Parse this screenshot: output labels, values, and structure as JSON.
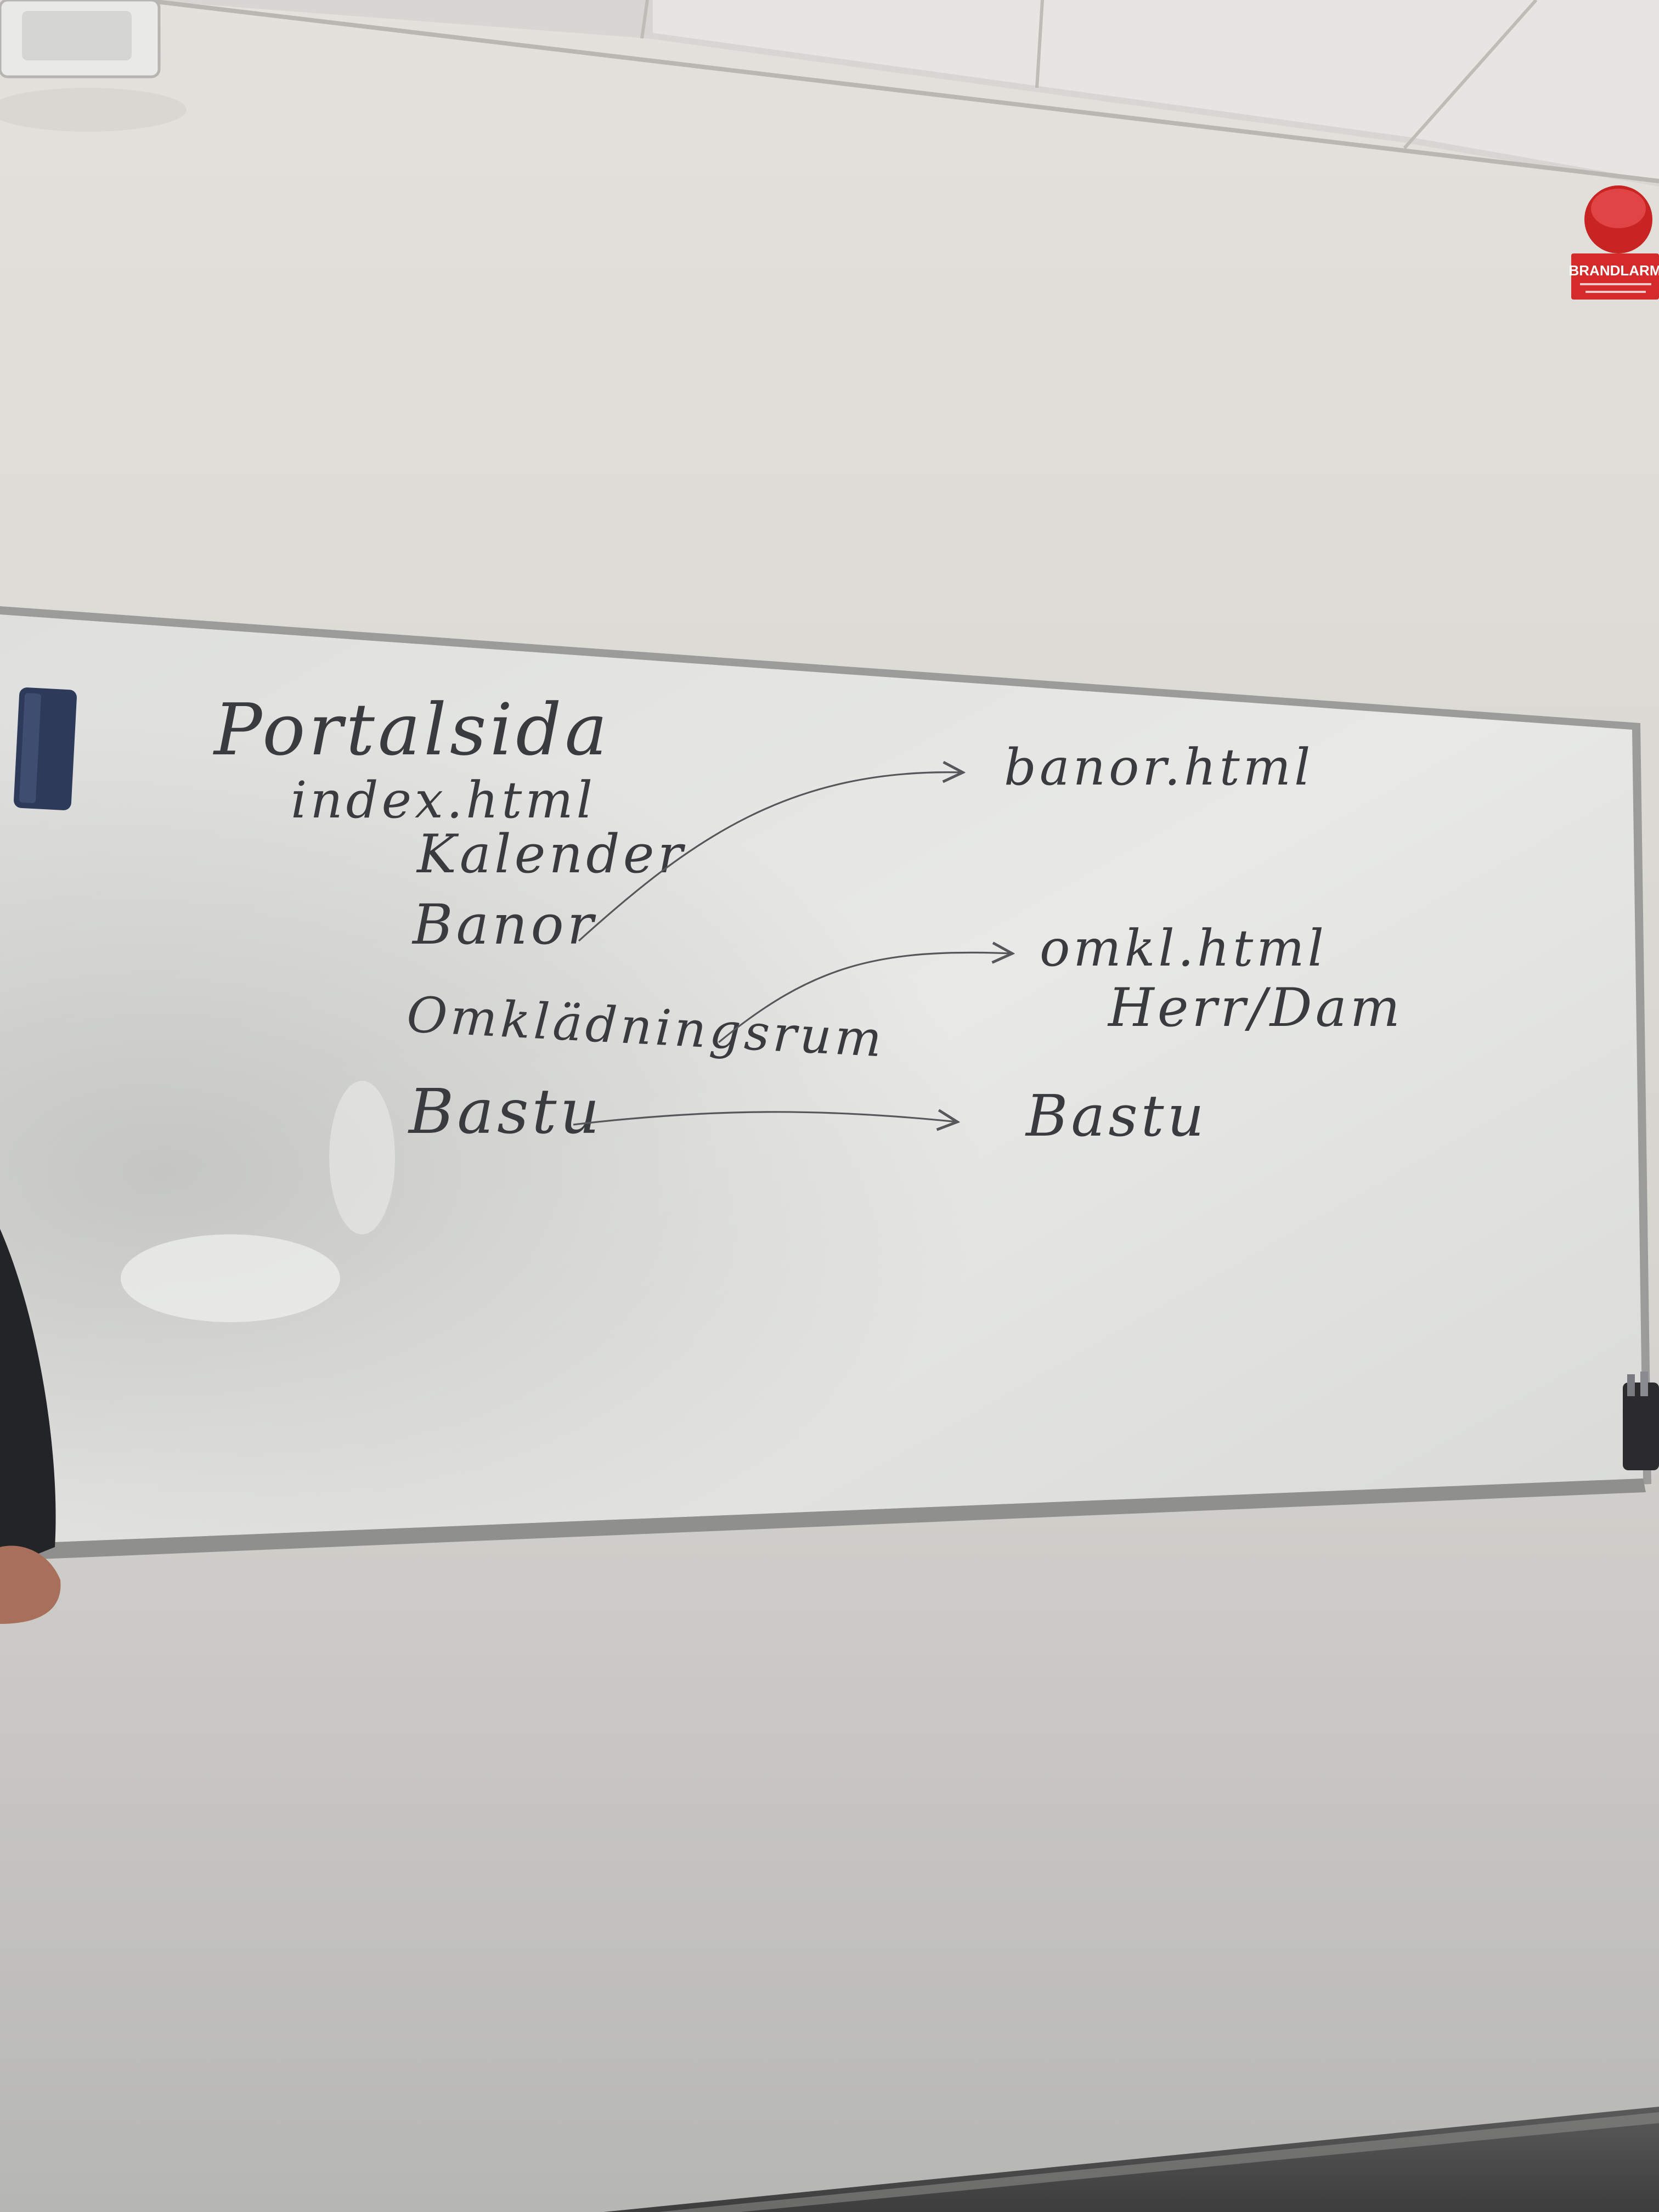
{
  "whiteboard": {
    "title": "Portalsida",
    "index_file": "index.html",
    "menu_items": [
      "Kalender",
      "Banor",
      "Omklädningsrum",
      "Bastu"
    ],
    "pages": {
      "banor": "banor.html",
      "omkl": "omkl.html",
      "omkl_sub": "Herr/Dam",
      "bastu": "Bastu"
    }
  },
  "alarm_sign": {
    "label": "BRANDLARM"
  },
  "colors": {
    "wall": "#dcdad5",
    "board_surface": "#e4e5e2",
    "board_frame": "#a9aaa8",
    "marker_ink": "#3a3b3e",
    "eraser": "#2d3a5a",
    "alarm_red": "#d42a2a"
  }
}
